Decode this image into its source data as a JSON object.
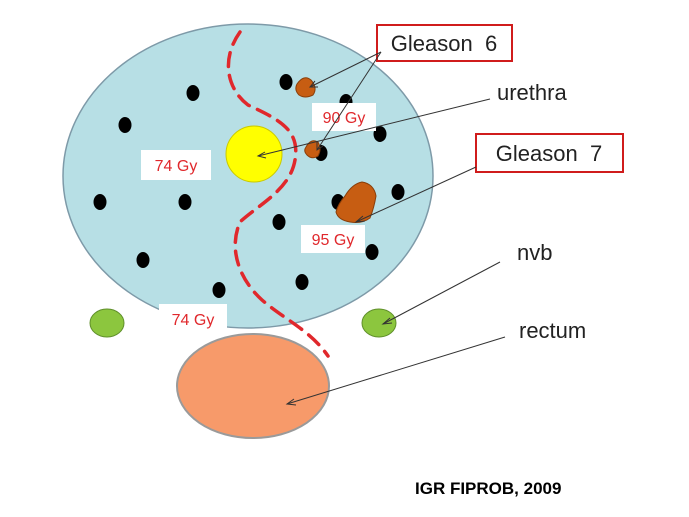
{
  "labels": {
    "gleason6": "Gleason  6",
    "gleason7": "Gleason  7",
    "urethra": "urethra",
    "nvb": "nvb",
    "rectum": "rectum"
  },
  "doses": {
    "left_74": "74 Gy",
    "bottom_74": "74 Gy",
    "dose_90": "90 Gy",
    "dose_95": "95 Gy"
  },
  "credit": "IGR FIPROB, 2009",
  "colors": {
    "prostate": "#b7dfe5",
    "urethra": "#ffff00",
    "nvb": "#8cc63e",
    "rectum": "#f79a6a",
    "lesion": "#c75d12",
    "dose_text": "#e0282c",
    "boundary": "#e0282c",
    "box_border": "#d01c1c"
  }
}
